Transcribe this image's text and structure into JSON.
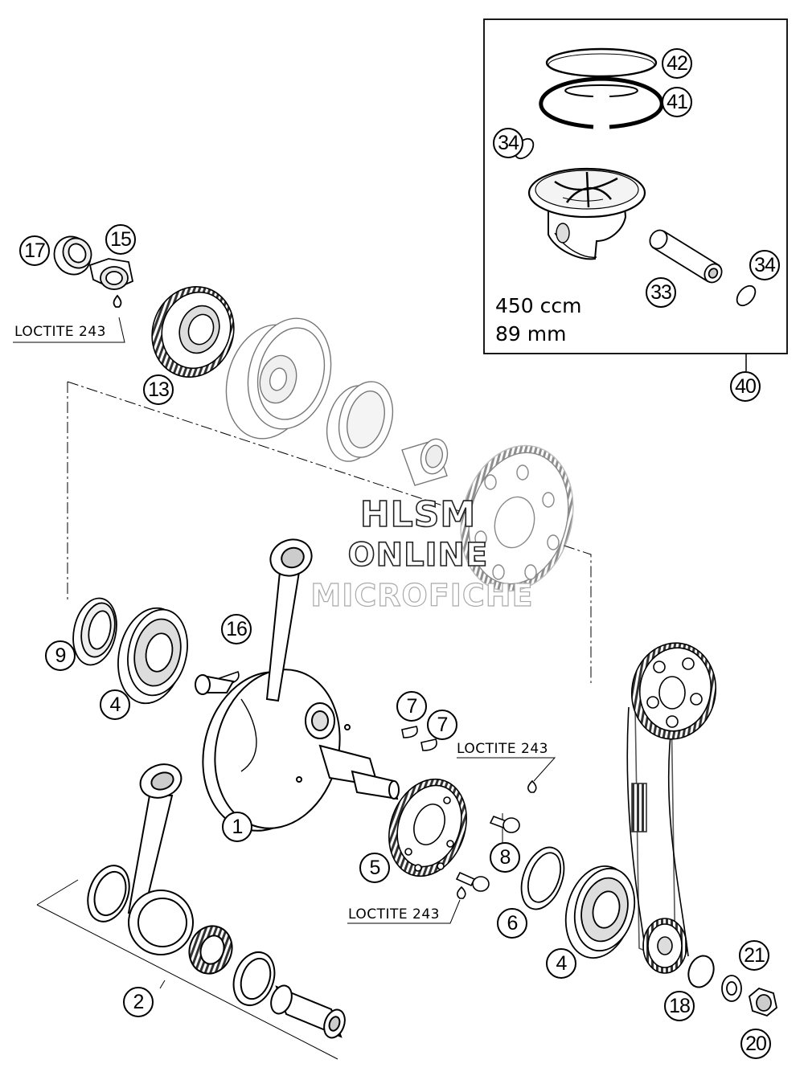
{
  "callouts": [
    {
      "id": "c42",
      "label": "42"
    },
    {
      "id": "c41",
      "label": "41"
    },
    {
      "id": "c34a",
      "label": "34"
    },
    {
      "id": "c34b",
      "label": "34"
    },
    {
      "id": "c33",
      "label": "33"
    },
    {
      "id": "c40",
      "label": "40"
    },
    {
      "id": "c17",
      "label": "17"
    },
    {
      "id": "c15",
      "label": "15"
    },
    {
      "id": "c13",
      "label": "13"
    },
    {
      "id": "c16",
      "label": "16"
    },
    {
      "id": "c9",
      "label": "9"
    },
    {
      "id": "c4a",
      "label": "4"
    },
    {
      "id": "c7a",
      "label": "7"
    },
    {
      "id": "c7b",
      "label": "7"
    },
    {
      "id": "c1",
      "label": "1"
    },
    {
      "id": "c5",
      "label": "5"
    },
    {
      "id": "c8",
      "label": "8"
    },
    {
      "id": "c6",
      "label": "6"
    },
    {
      "id": "c4b",
      "label": "4"
    },
    {
      "id": "c2",
      "label": "2"
    },
    {
      "id": "c21",
      "label": "21"
    },
    {
      "id": "c18",
      "label": "18"
    },
    {
      "id": "c20",
      "label": "20"
    }
  ],
  "loctite_label": "LOCTITE 243",
  "piston_kit": {
    "displacement": "450 ccm",
    "bore": "89 mm"
  },
  "watermark": {
    "line1": "HLSM",
    "line2": "ONLINE",
    "line3": "MICROFICHE"
  }
}
